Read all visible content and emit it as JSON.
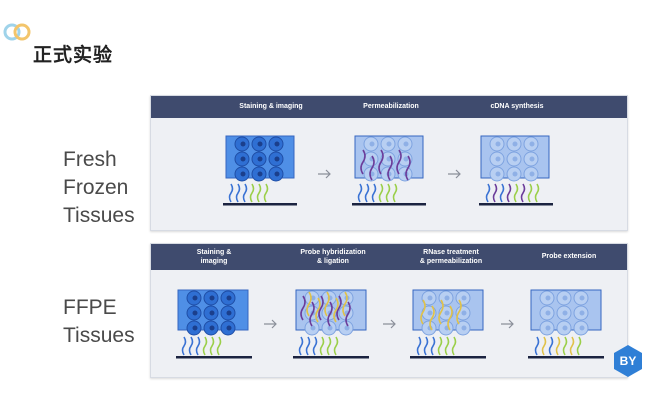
{
  "slide": {
    "title": "正式实验",
    "logo_icon": "brand-circles-icon",
    "corner_badge_text": "BY"
  },
  "rows": [
    {
      "label_lines": [
        "Fresh",
        "Frozen",
        "Tissues"
      ],
      "steps": [
        {
          "header": [
            "Staining & imaging"
          ]
        },
        {
          "header": [
            "Permeabilization"
          ]
        },
        {
          "header": [
            "cDNA synthesis"
          ]
        }
      ]
    },
    {
      "label_lines": [
        "FFPE",
        "Tissues"
      ],
      "steps": [
        {
          "header": [
            "Staining &",
            "imaging"
          ]
        },
        {
          "header": [
            "Probe hybridization",
            "& ligation"
          ]
        },
        {
          "header": [
            "RNase treatment",
            "& permeabilization"
          ]
        },
        {
          "header": [
            "Probe extension"
          ]
        }
      ]
    }
  ],
  "colors": {
    "header_bg": "#3f4b6e",
    "panel_bg": "#eef0f4",
    "tissue_blue": "#4f8fe6",
    "probe_blue": "#3b73d4",
    "probe_green": "#9bcf4a",
    "probe_purple": "#6c3d9a",
    "probe_yellow": "#e0c24a",
    "slide_bar": "#1b2340"
  }
}
